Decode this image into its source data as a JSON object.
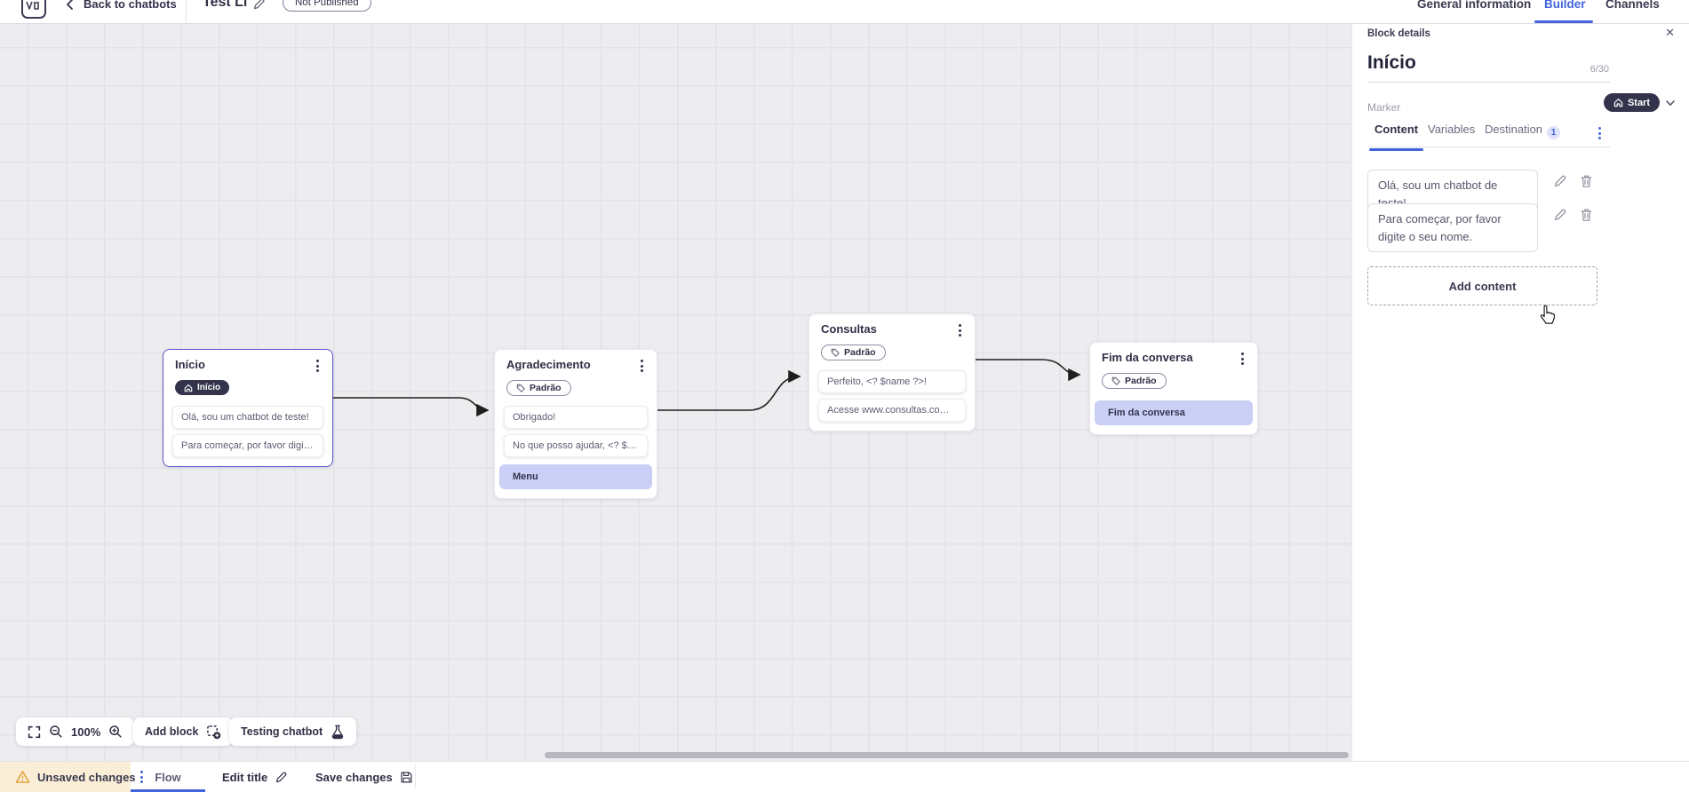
{
  "header": {
    "back_label": "Back to chatbots",
    "bot_title": "Test Li",
    "status_badge": "Not Published",
    "tabs": [
      {
        "label": "General information"
      },
      {
        "label": "Builder"
      },
      {
        "label": "Channels"
      }
    ]
  },
  "panel": {
    "title": "Block details",
    "name_value": "Início",
    "name_counter": "6/30",
    "marker_label": "Marker",
    "marker_value": "Start",
    "tabs": [
      {
        "label": "Content"
      },
      {
        "label": "Variables"
      },
      {
        "label": "Destination",
        "badge": "1"
      }
    ],
    "contents": [
      {
        "text": "Olá, sou um chatbot de teste!"
      },
      {
        "text": "Para começar, por favor digite o seu nome."
      }
    ],
    "add_content_label": "Add content"
  },
  "canvas": {
    "zoom_level": "100%",
    "add_block_label": "Add block",
    "testing_label": "Testing chatbot",
    "blocks": [
      {
        "title": "Início",
        "badge": "Início",
        "items": [
          {
            "text": "Olá, sou um chatbot de teste!"
          },
          {
            "text": "Para começar, por favor digite o ..."
          }
        ]
      },
      {
        "title": "Agradecimento",
        "badge": "Padrão",
        "items": [
          {
            "text": "Obrigado!"
          },
          {
            "text": "No que posso ajudar, <? $name ..."
          },
          {
            "text": "Menu"
          }
        ]
      },
      {
        "title": "Consultas",
        "badge": "Padrão",
        "items": [
          {
            "text": "Perfeito, <? $name ?>!"
          },
          {
            "text": "Acesse www.consultas.com par..."
          }
        ]
      },
      {
        "title": "Fim da conversa",
        "badge": "Padrão",
        "items": [
          {
            "text": "Fim da conversa"
          }
        ]
      }
    ]
  },
  "footer": {
    "unsaved_label": "Unsaved changes",
    "flow_tab": "Flow",
    "edit_title_label": "Edit title",
    "save_label": "Save changes"
  },
  "icons": {
    "close": "✕"
  },
  "colors": {
    "accent": "#4263db",
    "dark_pill": "#33334c",
    "highlight": "#c9cff5",
    "selected_border": "#5a57c8",
    "warning_bg": "#faeed6",
    "warning": "#e2a23b"
  }
}
